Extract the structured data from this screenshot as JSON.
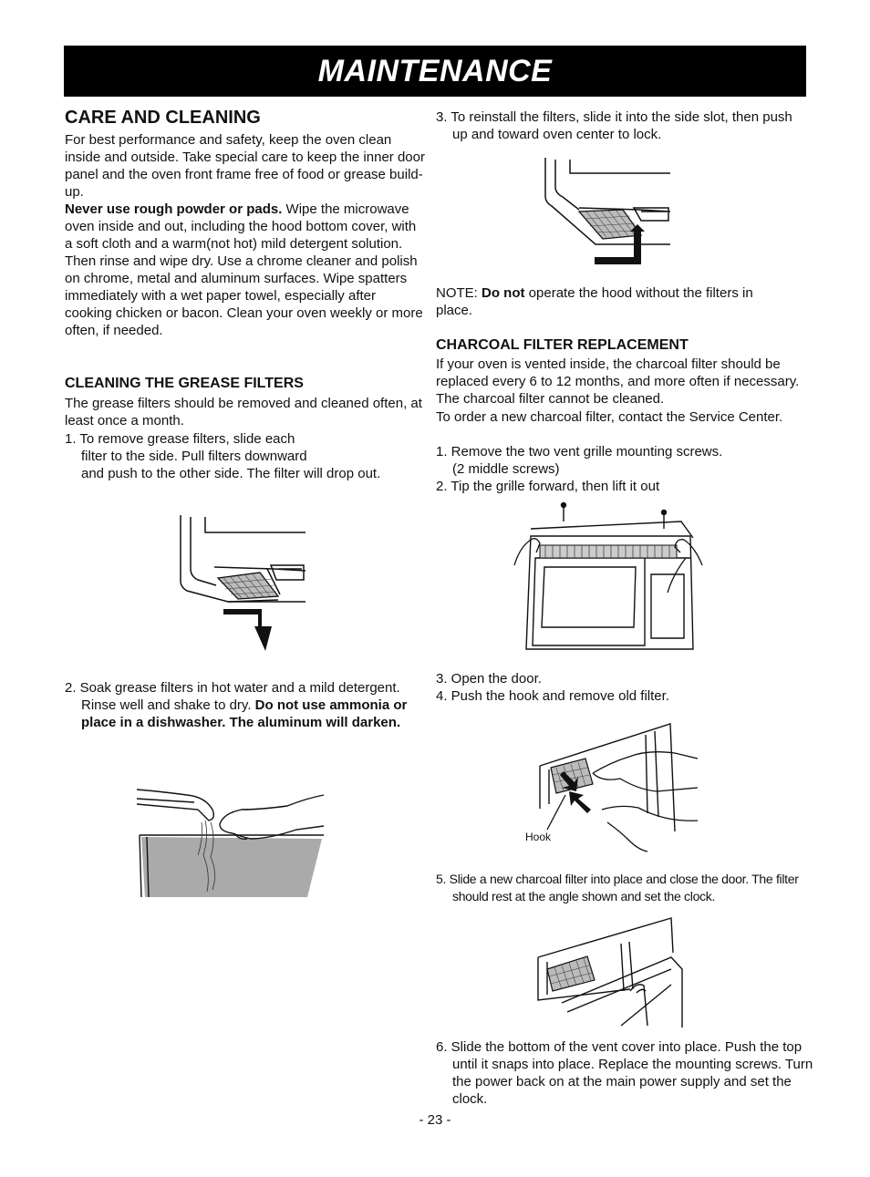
{
  "banner": {
    "title": "MAINTENANCE"
  },
  "left": {
    "care_title": "CARE AND CLEANING",
    "care_p1": "For best performance and safety, keep the oven clean inside and outside. Take special care to keep the inner door panel and the oven front frame free of food or grease build-up.",
    "care_p2_bold": "Never use rough powder or pads.",
    "care_p2_rest": " Wipe the microwave oven inside and out, including the hood bottom cover, with a soft cloth and a warm(not hot) mild detergent solution. Then rinse and wipe dry. Use a chrome cleaner and polish on chrome, metal and aluminum surfaces. Wipe spatters immediately with a wet paper towel, especially after cooking chicken or bacon. Clean your oven weekly or more often, if needed.",
    "grease_title": "CLEANING THE GREASE FILTERS",
    "grease_p1": "The grease filters should be removed and cleaned often, at least once a month.",
    "step1_num": "1. To remove grease filters, slide each",
    "step1_l2": "filter to the side. Pull filters downward",
    "step1_l3": "and push to the other side. The filter will drop out.",
    "step2_text": "2. Soak grease filters in hot water and a mild detergent. Rinse well and shake to dry.",
    "step2_bold": " Do not use ammonia or place in a dishwasher. The aluminum will darken."
  },
  "right": {
    "step3": "3. To reinstall the filters, slide it into the side slot, then push up and toward oven center to lock.",
    "note_label": "NOTE: ",
    "note_bold": "Do not",
    "note_rest": " operate the hood without the filters in place.",
    "charcoal_title": "CHARCOAL FILTER REPLACEMENT",
    "charcoal_p1": "If your oven is vented inside, the charcoal filter should be replaced every 6 to 12 months, and more often if necessary. The charcoal filter cannot be cleaned.",
    "charcoal_p2": "To order a new charcoal filter, contact the Service Center.",
    "c_step1": "1. Remove the two vent grille mounting screws.",
    "c_step1b": "(2 middle screws)",
    "c_step2": "2. Tip the grille forward, then lift it out",
    "c_step3": "3. Open the door.",
    "c_step4": "4. Push the hook and remove old filter.",
    "hook_label": "Hook",
    "c_step5": "5. Slide a new charcoal filter into place and close the door. The filter should rest at the angle shown and set the clock.",
    "c_step6": "6. Slide the bottom of the vent cover into place. Push the top until it snaps into place. Replace the mounting screws. Turn the power back on at the main power supply and set the clock."
  },
  "footer": {
    "page": "- 23 -"
  }
}
